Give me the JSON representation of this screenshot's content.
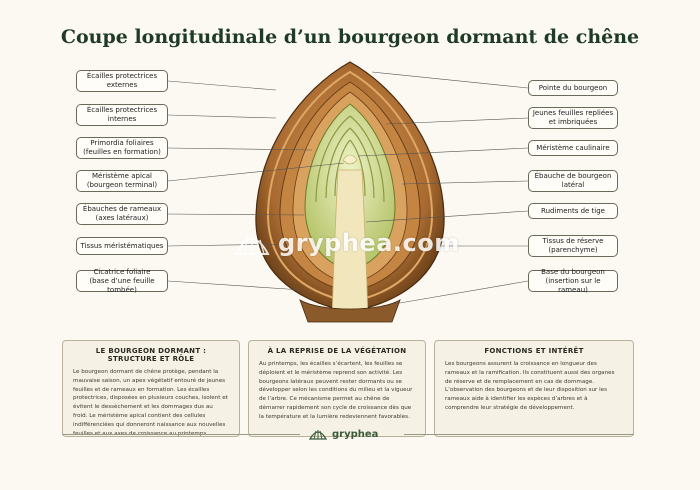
{
  "title": "Coupe longitudinale d’un bourgeon dormant de chêne",
  "labels_left": [
    {
      "line1": "Écailles protectrices",
      "line2": "externes"
    },
    {
      "line1": "Écailles protectrices",
      "line2": "internes"
    },
    {
      "line1": "Primordia foliaires",
      "line2": "(feuilles en formation)"
    },
    {
      "line1": "Méristème apical",
      "line2": "(bourgeon terminal)"
    },
    {
      "line1": "Ébauches de rameaux",
      "line2": "(axes latéraux)"
    },
    {
      "line1": "Tissus méristématiques",
      "line2": ""
    },
    {
      "line1": "Cicatrice foliaire",
      "line2": "(base d’une feuille tombée)"
    }
  ],
  "labels_right": [
    {
      "line1": "Pointe du bourgeon",
      "line2": ""
    },
    {
      "line1": "Jeunes feuilles repliées",
      "line2": "et imbriquées"
    },
    {
      "line1": "Méristème caulinaire",
      "line2": ""
    },
    {
      "line1": "Ébauche de bourgeon",
      "line2": "latéral"
    },
    {
      "line1": "Rudiments de tige",
      "line2": ""
    },
    {
      "line1": "Tissus de réserve",
      "line2": "(parenchyme)"
    },
    {
      "line1": "Base du bourgeon",
      "line2": "(insertion sur le rameau)"
    }
  ],
  "watermark": "gryphea.com",
  "boxes": [
    {
      "title": "LE BOURGEON DORMANT : STRUCTURE ET RÔLE",
      "text": "Le bourgeon dormant de chêne protège, pendant la mauvaise saison, un apex végétatif entouré de jeunes feuilles et de rameaux en formation. Les écailles protectrices, disposées en plusieurs couches, isolent et évitent le dessèchement et les dommages dus au froid. Le méristème apical contient des cellules indifférenciées qui donneront naissance aux nouvelles feuilles et aux axes de croissance au printemps."
    },
    {
      "title": "À LA REPRISE DE LA VÉGÉTATION",
      "text": "Au printemps, les écailles s’écartent, les feuilles se déploient et le méristème reprend son activité. Les bourgeons latéraux peuvent rester dormants ou se développer selon les conditions du milieu et la vigueur de l’arbre. Ce mécanisme permet au chêne de démarrer rapidement son cycle de croissance dès que la température et la lumière redeviennent favorables."
    },
    {
      "title": "FONCTIONS ET INTÉRÊT",
      "text": "Les bourgeons assurent la croissance en longueur des rameaux et la ramification. Ils constituent aussi des organes de réserve et de remplacement en cas de dommage. L’observation des bourgeons et de leur disposition sur les rameaux aide à identifier les espèces d’arbres et à comprendre leur stratégie de développement."
    }
  ],
  "footer_logo": "gryphea",
  "colors": {
    "title": "#1f3a26",
    "scale_outer": "#7a4a1e",
    "scale_inner": "#c98d4a",
    "core": "#dfe6a8",
    "pith": "#efe3b8"
  }
}
